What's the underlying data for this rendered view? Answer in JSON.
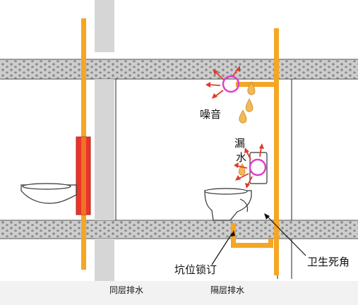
{
  "labels": {
    "noise": "噪音",
    "leak_line1": "漏",
    "leak_line2": "水",
    "pit_lock": "坑位锁订",
    "dead_corner": "卫生死角",
    "same_floor": "同层排水",
    "cross_floor": "隔层排水"
  },
  "colors": {
    "pipe": "#F5A623",
    "slab": "#C9C9C9",
    "slab_dots": "#8A8A8A",
    "column": "#D8D8D8",
    "red_box": "#E8352A",
    "highlight_circle": "#E040C8",
    "arrow": "#E03A2A",
    "drop": "#F2B955",
    "line": "#111111"
  },
  "icons": [
    "toilet-icon",
    "wall-hung-toilet-icon",
    "water-drop-icon",
    "arrow-icon",
    "problem-circle-icon"
  ]
}
